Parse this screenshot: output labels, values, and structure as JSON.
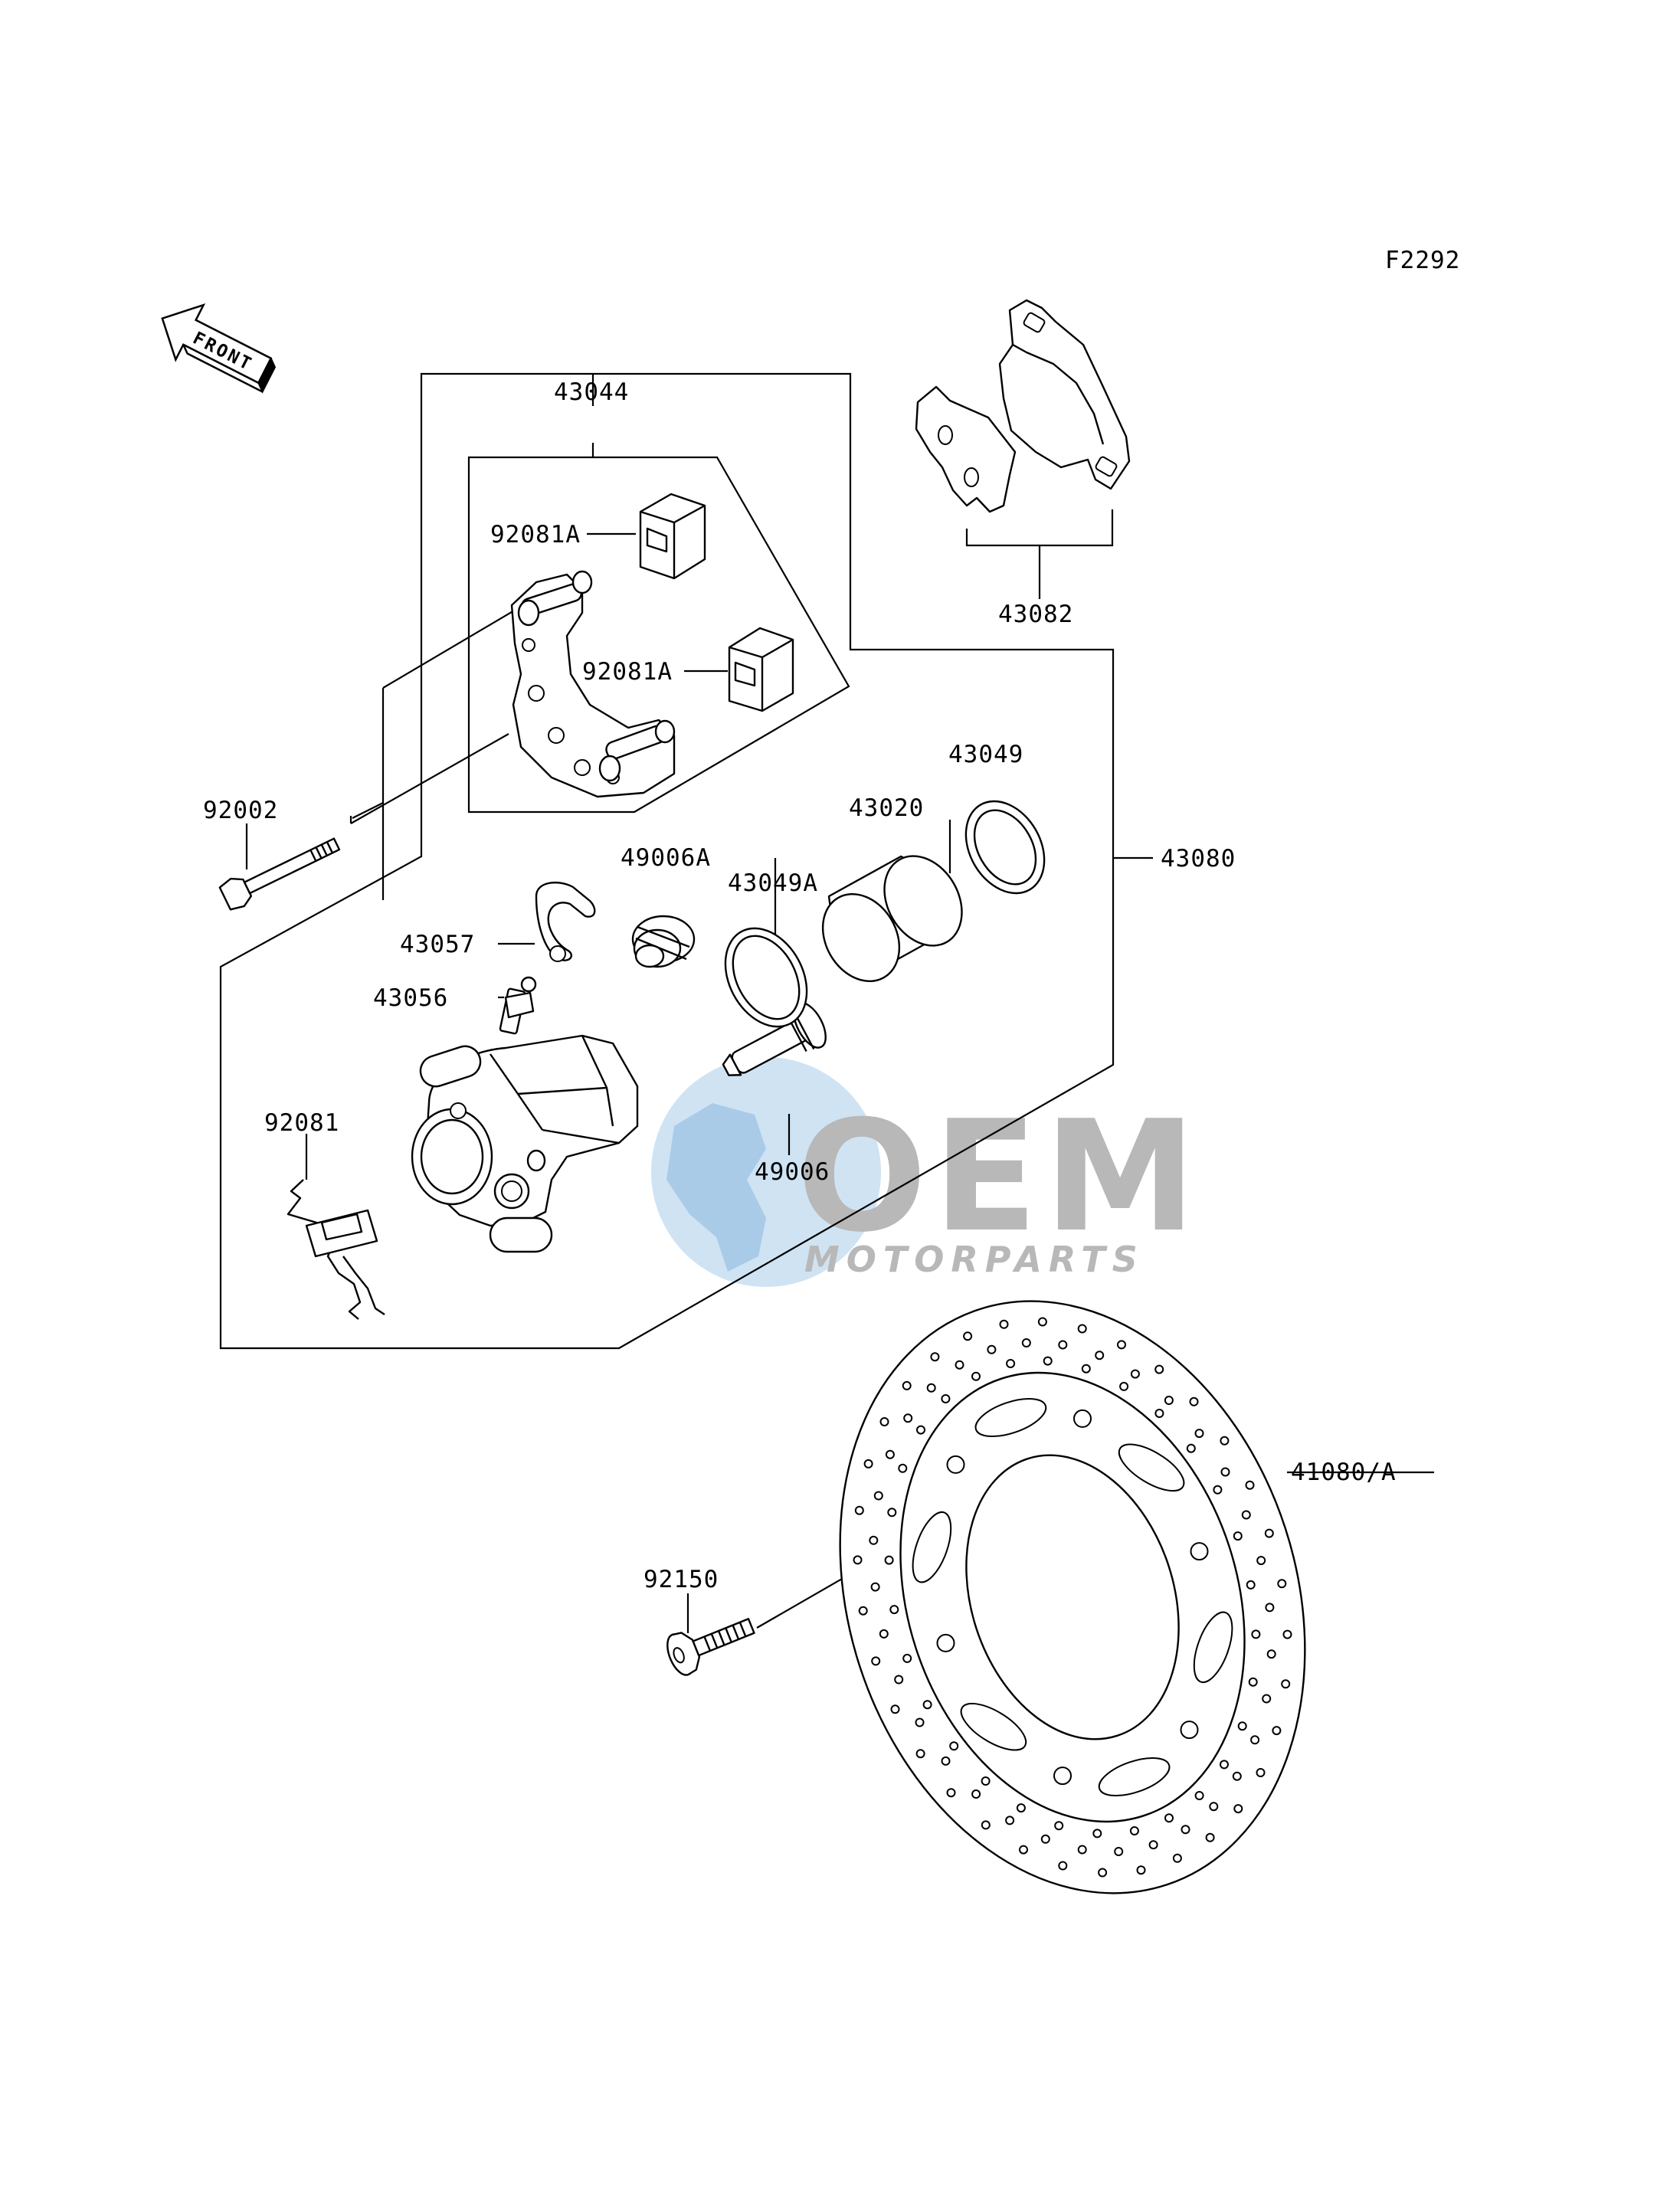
{
  "figure_code": "F2292",
  "front_arrow_label": "FRONT",
  "watermark": {
    "logo_text": "OEM",
    "sub_text": "MOTORPARTS",
    "colors": {
      "globe": "#cfe3f3",
      "globe_dark": "#a9cbe8",
      "text": "#b8b8b8"
    }
  },
  "callouts": {
    "assembly_caliper": "43080",
    "assembly_bracket": "43044",
    "pad_set": "43082",
    "pad_shim_upper": "92081A",
    "pad_shim_lower": "92081A",
    "bolt": "92002",
    "seal_ring": "43049",
    "piston": "43020",
    "boot": "49006A",
    "seal_ring_a": "43049A",
    "bleeder_cap": "43057",
    "bleeder_valve": "43056",
    "pad_spring": "92081",
    "pin": "49006",
    "disc": "41080/A",
    "disc_bolt": "92150"
  }
}
